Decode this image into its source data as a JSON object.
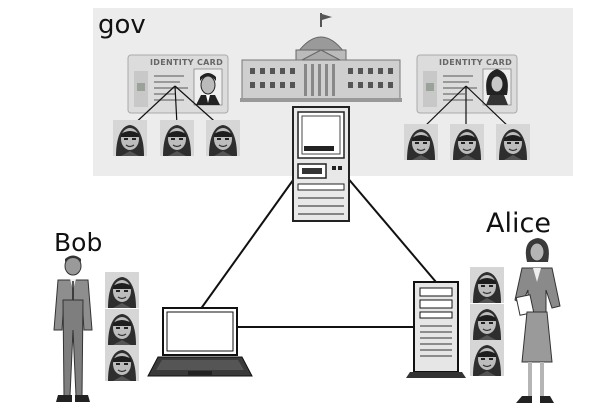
{
  "labels": {
    "gov": "gov",
    "bob": "Bob",
    "alice": "Alice"
  },
  "id_cards": {
    "left_title": "IDENTITY CARD",
    "right_title": "IDENTITY CARD"
  },
  "colors": {
    "panel": "#ececec",
    "line": "#111111",
    "card": "#dcdcdc",
    "card_text": "#666666"
  }
}
